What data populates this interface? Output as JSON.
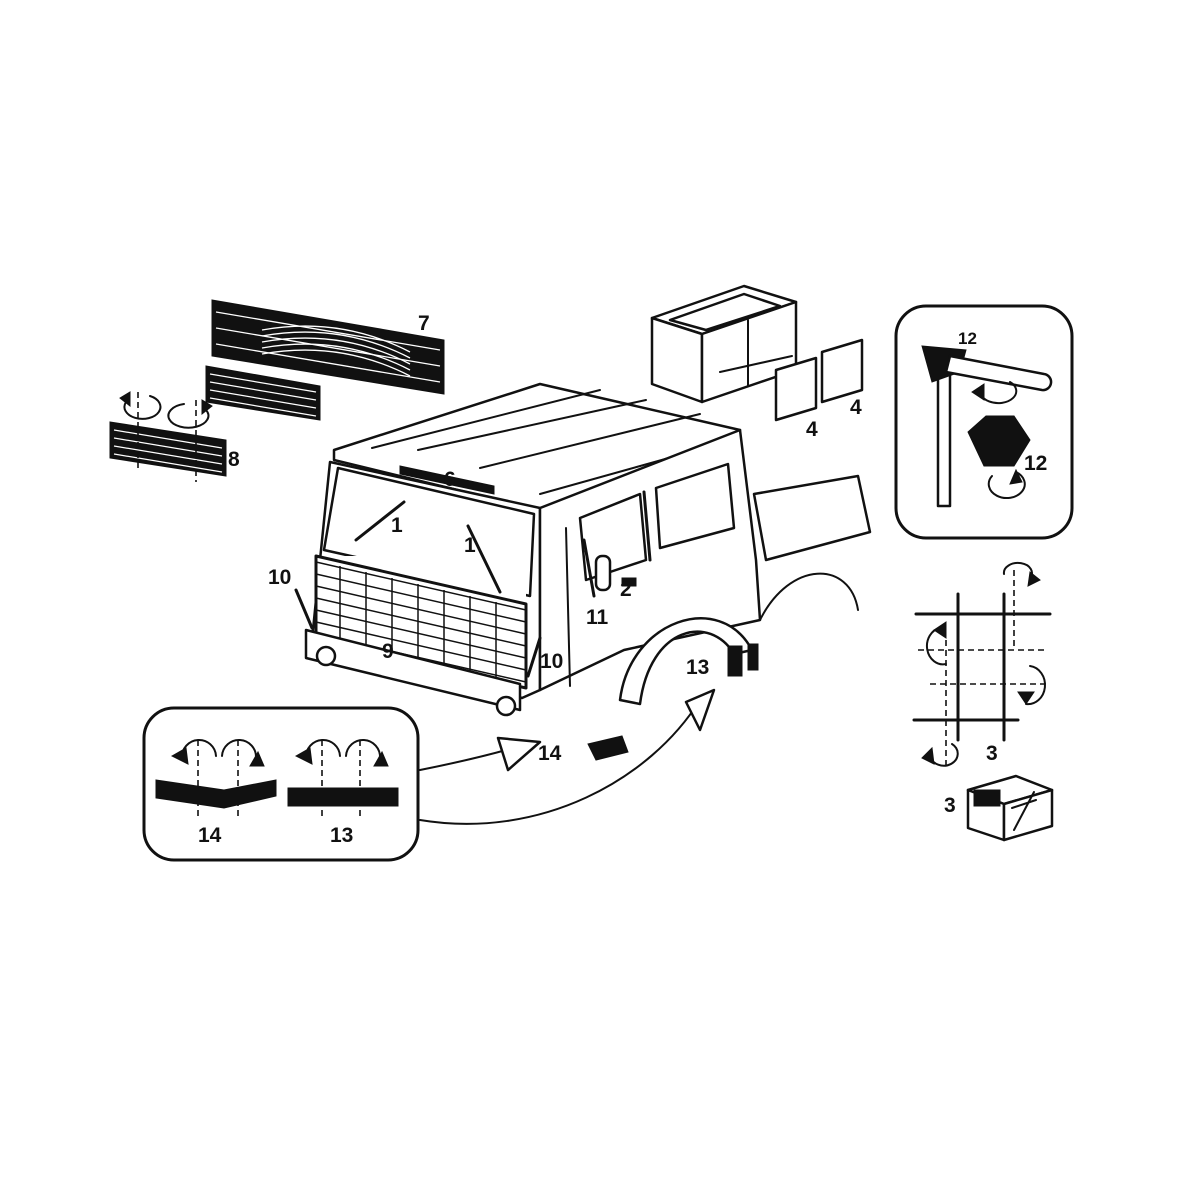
{
  "callouts": {
    "windshield_wiper_left": "1",
    "windshield_wiper_right": "1",
    "door_handle": "2",
    "battery_box_detail": "3",
    "battery_box_grid": "3",
    "battery_cover_left": "4",
    "battery_cover_right": "4",
    "roof_visor": "6",
    "front_panel_grille": "7",
    "small_grille": "8",
    "lower_grille": "9",
    "corner_rod_left": "10",
    "corner_rod_right": "10",
    "mirror": "11",
    "mirror_arm_top": "12",
    "mirror_arm_bottom": "12",
    "mudguard_step": "13",
    "front_step": "14",
    "inset_step_14": "14",
    "inset_step_13": "13"
  }
}
